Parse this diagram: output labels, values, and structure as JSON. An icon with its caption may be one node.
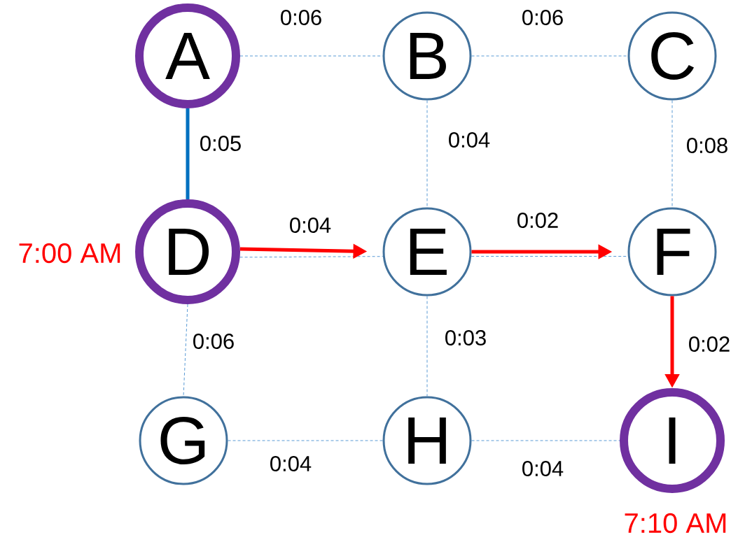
{
  "diagram": {
    "nodes": [
      {
        "text": [
          "A"
        ]
      },
      {
        "text": [
          "B"
        ]
      },
      {
        "text": [
          "C"
        ]
      },
      {
        "text": [
          "D"
        ],
        "beside": [
          "7:00 AM"
        ]
      },
      {
        "text": [
          "E"
        ]
      },
      {
        "text": [
          "F"
        ]
      },
      {
        "text": [
          "G"
        ]
      },
      {
        "text": [
          "H"
        ]
      },
      {
        "text": [
          "I"
        ],
        "beside": [
          "7:10 AM"
        ]
      }
    ],
    "edges": [
      {
        "from": 0,
        "to": 1,
        "arrow": "none",
        "style": "dashed",
        "label": "0:06"
      },
      {
        "from": 1,
        "to": 2,
        "arrow": "none",
        "style": "dashed",
        "label": "0:06"
      },
      {
        "from": 0,
        "to": 3,
        "arrow": "none",
        "style": "thick",
        "color": "#0070c0",
        "label": "0:05"
      },
      {
        "from": 1,
        "to": 4,
        "arrow": "none",
        "style": "dashed",
        "label": "0:04"
      },
      {
        "from": 2,
        "to": 5,
        "arrow": "none",
        "style": "dashed",
        "label": "0:08"
      },
      {
        "from": 3,
        "to": 4,
        "arrow": "none",
        "style": "dashed"
      },
      {
        "from": 3,
        "to": 4,
        "arrow": "to",
        "style": "thick",
        "color": "#ff0000",
        "label": "0:04"
      },
      {
        "from": 4,
        "to": 5,
        "arrow": "none",
        "style": "dashed"
      },
      {
        "from": 4,
        "to": 5,
        "arrow": "to",
        "style": "thick",
        "color": "#ff0000",
        "label": "0:02"
      },
      {
        "from": 3,
        "to": 6,
        "arrow": "none",
        "style": "dashed",
        "label": "0:06"
      },
      {
        "from": 4,
        "to": 7,
        "arrow": "none",
        "style": "dashed",
        "label": "0:03"
      },
      {
        "from": 5,
        "to": 8,
        "arrow": "to",
        "style": "thick",
        "color": "#ff0000",
        "label": "0:02"
      },
      {
        "from": 6,
        "to": 7,
        "arrow": "none",
        "style": "dashed",
        "label": "0:04"
      },
      {
        "from": 7,
        "to": 8,
        "arrow": "none",
        "style": "dashed",
        "label": "0:04"
      }
    ]
  }
}
